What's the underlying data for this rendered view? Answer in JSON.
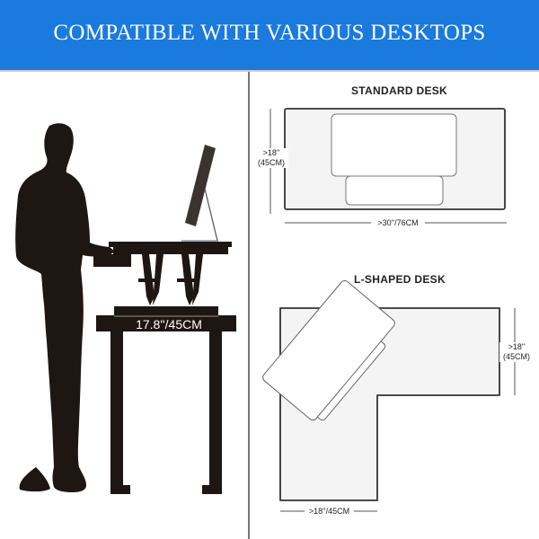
{
  "banner": {
    "title": "COMPATIBLE WITH VARIOUS DESKTOPS",
    "background_color": "#1a7ade",
    "text_color": "#ffffff"
  },
  "left_panel": {
    "illustration": "person-standing-at-desk-riser",
    "riser_width_label": "17.8''/45CM"
  },
  "standard_desk": {
    "title": "STANDARD DESK",
    "depth_label_line1": ">18''",
    "depth_label_line2": "(45CM)",
    "width_label": ">30''/76CM"
  },
  "l_shaped_desk": {
    "title": "L-SHAPED DESK",
    "depth_label_line1": ">18''",
    "depth_label_line2": "(45CM)",
    "width_label": ">18''/45CM"
  },
  "colors": {
    "silhouette": "#1e1613",
    "desk_fill": "#f4f4f4",
    "outline": "#333333"
  }
}
